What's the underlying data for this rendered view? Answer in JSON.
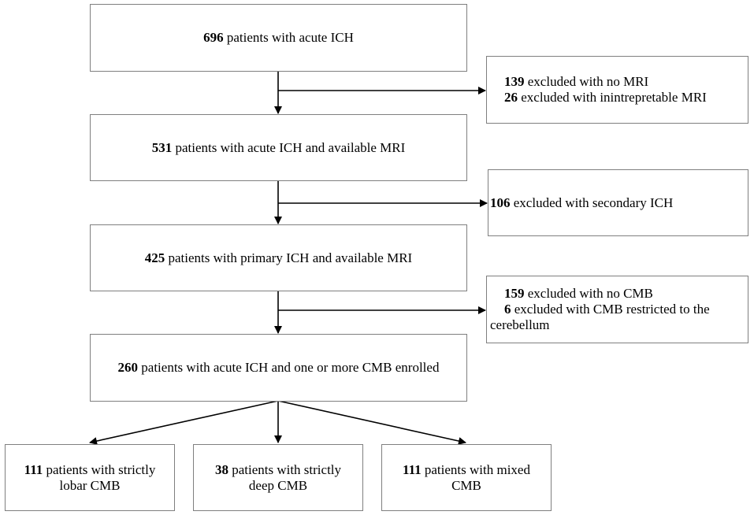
{
  "main_boxes": [
    {
      "count": "696",
      "text": "patients with acute ICH"
    },
    {
      "count": "531",
      "text": "patients with acute ICH and available MRI"
    },
    {
      "count": "425",
      "text": "patients with primary ICH and available MRI"
    },
    {
      "count": "260",
      "text": "patients with acute ICH and one or more CMB enrolled"
    }
  ],
  "exclusions": [
    {
      "lines": [
        {
          "count": "139",
          "text": "excluded with no MRI"
        },
        {
          "count": "26",
          "text": "excluded with inintrepretable MRI"
        }
      ]
    },
    {
      "lines": [
        {
          "count": "106",
          "text": "excluded with secondary ICH"
        }
      ]
    },
    {
      "lines": [
        {
          "count": "159",
          "text": "excluded with no CMB"
        },
        {
          "count": "6",
          "text": "excluded with CMB restricted to the"
        },
        {
          "count": "",
          "text": "cerebellum"
        }
      ]
    }
  ],
  "outcomes": [
    {
      "count": "111",
      "line1": "patients with strictly",
      "line2": "lobar CMB"
    },
    {
      "count": "38",
      "line1": "patients with strictly",
      "line2": "deep CMB"
    },
    {
      "count": "111",
      "line1": "patients with mixed",
      "line2": "CMB"
    }
  ],
  "colors": {
    "box_border": "#7f7f7f",
    "arrow": "#000000",
    "text": "#000000"
  }
}
